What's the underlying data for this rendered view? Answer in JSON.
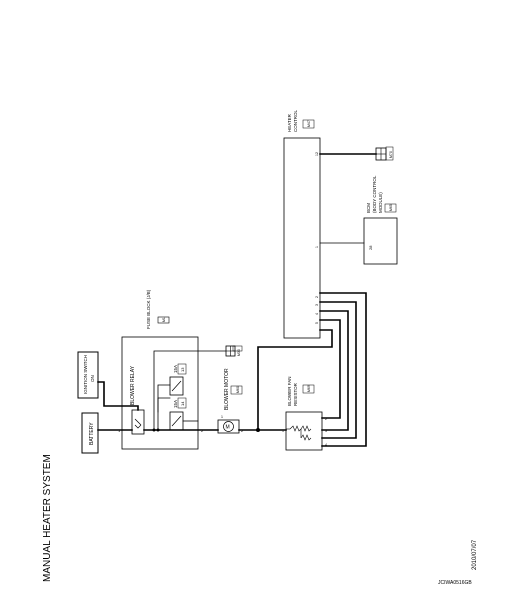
{
  "page": {
    "title": "MANUAL HEATER SYSTEM",
    "date": "2010/07/07",
    "code": "JCIWA0516GB"
  },
  "components": {
    "battery": {
      "label": "BATTERY"
    },
    "ignition": {
      "label_line1": "IGNITION SWITCH",
      "label_line2": "ON"
    },
    "fuse_block": {
      "label": "FUSE BLOCK (J/B)",
      "connector": "M1"
    },
    "blower_relay": {
      "label": "BLOWER RELAY"
    },
    "fuse_1": {
      "rating": "15A",
      "number": "14"
    },
    "fuse_2": {
      "rating": "15A",
      "number": "13"
    },
    "ground_m": {
      "connector": "M30"
    },
    "blower_motor": {
      "label": "BLOWER MOTOR",
      "connector": "M60",
      "symbol": "M"
    },
    "fan_resistor": {
      "label_line1": "BLOWER FAN",
      "label_line2": "RESISTOR",
      "connector": "M69"
    },
    "heater_control": {
      "label_line1": "HEATER",
      "label_line2": "CONTROL",
      "connector": "M47"
    },
    "bcm": {
      "label_line1": "BCM",
      "label_line2": "(BODY CONTROL",
      "label_line3": "MODULE)",
      "connector": "M65",
      "pin": "28"
    },
    "ground_hc": {
      "connector": "M70"
    }
  },
  "pins": {
    "relay_left": "1",
    "relay_right": "2",
    "motor_left": "1",
    "motor_right": "2",
    "resistor": [
      "1",
      "2",
      "3",
      "4"
    ],
    "heater": [
      "12",
      "1",
      "2",
      "3",
      "4",
      "5"
    ]
  }
}
